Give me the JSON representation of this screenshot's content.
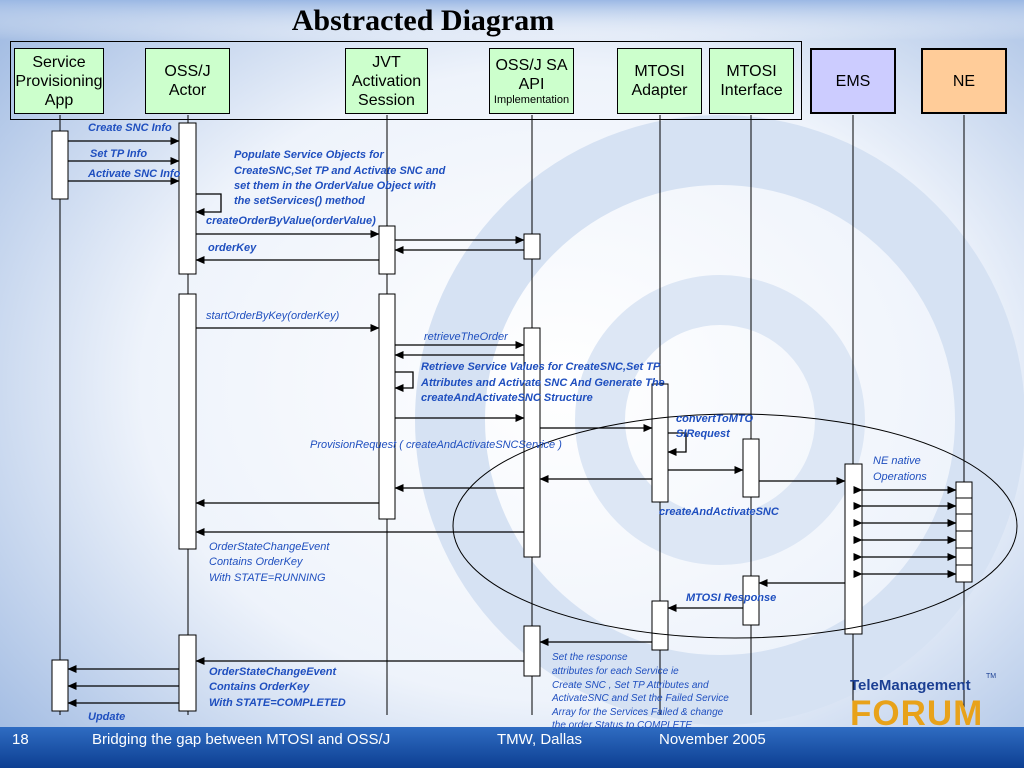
{
  "slide": {
    "title": "Abstracted Diagram",
    "page_number": "18",
    "footer_text": "Bridging the gap between MTOSI and OSS/J",
    "footer_event": "TMW, Dallas",
    "footer_date": "November 2005"
  },
  "participants": [
    {
      "key": "spa",
      "lines": [
        "Service",
        "Provisioning",
        "App"
      ]
    },
    {
      "key": "ossj",
      "lines": [
        "OSS/J",
        "Actor"
      ]
    },
    {
      "key": "jvt",
      "lines": [
        "JVT",
        "Activation",
        "Session"
      ]
    },
    {
      "key": "sa",
      "lines": [
        "OSS/J SA",
        "API"
      ],
      "sub": "Implementation"
    },
    {
      "key": "mad",
      "lines": [
        "MTOSI",
        "Adapter"
      ]
    },
    {
      "key": "mif",
      "lines": [
        "MTOSI",
        "Interface"
      ]
    },
    {
      "key": "ems",
      "lines": [
        "EMS"
      ]
    },
    {
      "key": "ne",
      "lines": [
        "NE"
      ]
    }
  ],
  "messages": {
    "create_snc_info": "Create SNC Info",
    "set_tp_info": "Set TP  Info",
    "activate_snc_info": "Activate SNC Info",
    "populate_note": [
      "Populate Service Objects for",
      "CreateSNC,Set TP and Activate SNC and",
      "set them in the OrderValue Object with",
      "the setServices() method"
    ],
    "create_order": "createOrderByValue(orderValue)",
    "order_key": "orderKey",
    "start_order": "startOrderByKey(orderKey)",
    "retrieve_order": "retrieveTheOrder",
    "retrieve_note": [
      "Retrieve Service Values for CreateSNC,Set TP",
      "Attributes and Activate SNC And Generate The",
      "createAndActivateSNC Structure"
    ],
    "convert": [
      "convertToMTO",
      "SIRequest"
    ],
    "provision_request": "ProvisionRequest ( createAndActivateSNCService )",
    "ne_native": [
      "NE native",
      "Operations"
    ],
    "create_activate": "createAndActivateSNC",
    "state_running": [
      "OrderStateChangeEvent",
      "Contains OrderKey",
      "With STATE=RUNNING"
    ],
    "mtosi_response": "MTOSI Response",
    "set_response": [
      "Set the response",
      "attributes  for each Service ie",
      "Create SNC , Set TP Attributes and",
      " ActivateSNC and Set the Failed Service",
      "Array for the Services Failed  & change",
      "the order Status to  COMPLETE"
    ],
    "state_completed": [
      "OrderStateChangeEvent",
      "Contains OrderKey",
      "With STATE=COMPLETED"
    ],
    "update": "Update"
  },
  "logo": {
    "line1": "TeleManagement",
    "line2": "FORUM",
    "tm": "TM"
  }
}
